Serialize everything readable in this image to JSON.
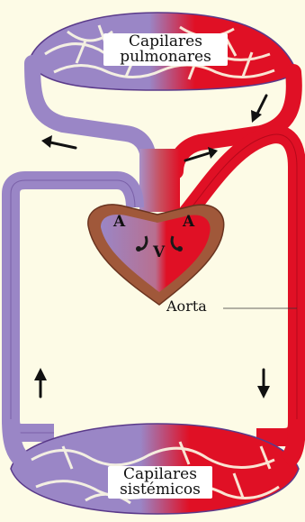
{
  "labels": {
    "pulmonary_capillaries_line1": "Capilares",
    "pulmonary_capillaries_line2": "pulmonares",
    "systemic_capillaries_line1": "Capilares",
    "systemic_capillaries_line2": "sistémicos",
    "aorta": "Aorta",
    "left_atrium": "A",
    "right_atrium": "A",
    "ventricle": "V"
  },
  "colors": {
    "oxygenated": "#e01025",
    "deoxygenated": "#9a86c6",
    "heart_wall": "#a0583a",
    "background": "#fdfbe6"
  },
  "arrows": [
    {
      "name": "pulmonary-return-arrow",
      "direction": "down-left"
    },
    {
      "name": "pulmonary-out-arrow",
      "direction": "left"
    },
    {
      "name": "pulmonary-in-arrow",
      "direction": "right"
    },
    {
      "name": "venous-return-arrow",
      "direction": "up"
    },
    {
      "name": "arterial-flow-arrow",
      "direction": "down"
    }
  ]
}
